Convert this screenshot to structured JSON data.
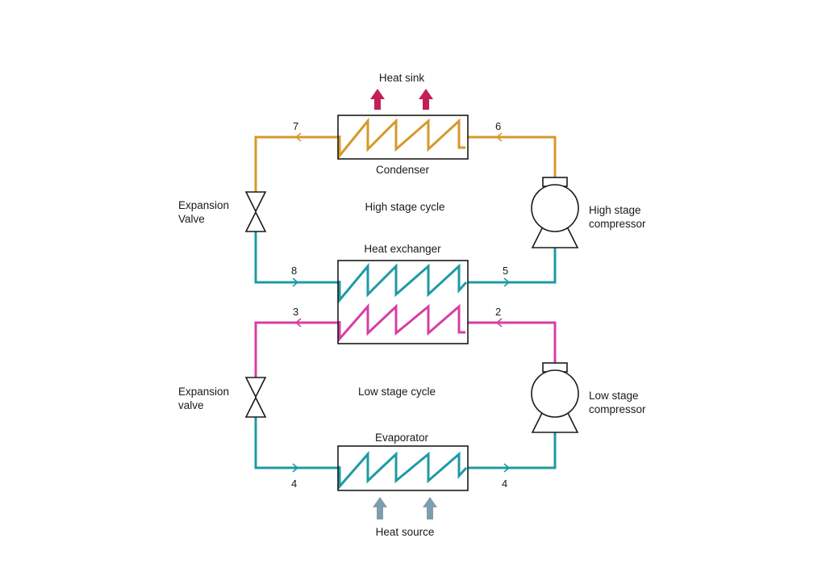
{
  "colors": {
    "high_stage": "#d49a2a",
    "mid_stage": "#1f9aa3",
    "low_stage": "#d63fa6",
    "heat_sink_arrow": "#c41e56",
    "heat_source_arrow": "#7e9eae",
    "outline": "#1a1a1a",
    "background": "#ffffff"
  },
  "labels": {
    "heat_sink": "Heat sink",
    "condenser": "Condenser",
    "high_stage_cycle": "High stage cycle",
    "heat_exchanger": "Heat exchanger",
    "low_stage_cycle": "Low stage cycle",
    "evaporator": "Evaporator",
    "heat_source": "Heat source",
    "expansion_valve_top_line1": "Expansion",
    "expansion_valve_top_line2": "Valve",
    "expansion_valve_bottom_line1": "Expansion",
    "expansion_valve_bottom_line2": "valve",
    "high_compressor_line1": "High stage",
    "high_compressor_line2": "compressor",
    "low_compressor_line1": "Low stage",
    "low_compressor_line2": "compressor"
  },
  "state_points": {
    "p7": "7",
    "p6": "6",
    "p8": "8",
    "p5": "5",
    "p3": "3",
    "p2": "2",
    "p4_left": "4",
    "p4_right": "4"
  }
}
